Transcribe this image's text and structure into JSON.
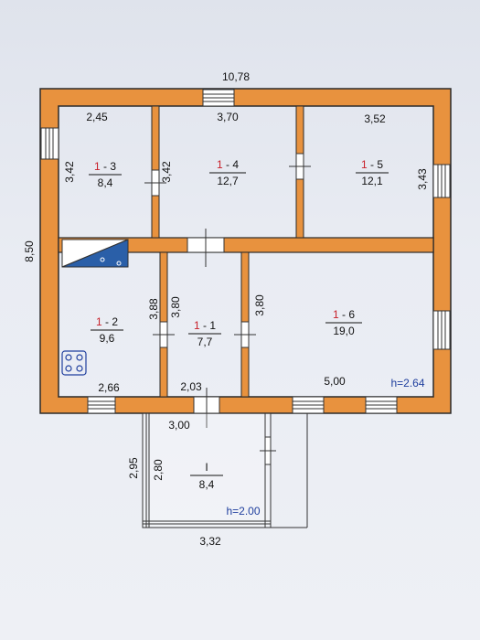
{
  "colors": {
    "wall": "#e8923e",
    "wall_stroke": "#2a2a2a",
    "room_text_red": "#c8202a",
    "height_blue": "#1f3f9e",
    "stair_blue": "#2a5fa8"
  },
  "overall": {
    "width": "10,78",
    "height": "8,50",
    "house_height": "h=2.64"
  },
  "rooms": [
    {
      "id": "1-3",
      "num_prefix": "1",
      "num_suffix": "3",
      "area": "8,4",
      "width": "2,45",
      "depth": "3,42"
    },
    {
      "id": "1-4",
      "num_prefix": "1",
      "num_suffix": "4",
      "area": "12,7",
      "width": "3,70",
      "depth": "3,42"
    },
    {
      "id": "1-5",
      "num_prefix": "1",
      "num_suffix": "5",
      "area": "12,1",
      "width": "3,52",
      "depth": "3,43"
    },
    {
      "id": "1-2",
      "num_prefix": "1",
      "num_suffix": "2",
      "area": "9,6",
      "width": "2,66",
      "depth": "3,88"
    },
    {
      "id": "1-1",
      "num_prefix": "1",
      "num_suffix": "1",
      "area": "7,7",
      "width": "2,03",
      "depth": "3,80"
    },
    {
      "id": "1-6",
      "num_prefix": "1",
      "num_suffix": "6",
      "area": "19,0",
      "width": "5,00",
      "depth": "3,80"
    }
  ],
  "veranda": {
    "label": "I",
    "area": "8,4",
    "width_top": "3,00",
    "width_bottom": "3,32",
    "depth_outer": "2,95",
    "depth_inner": "2,80",
    "height": "h=2.00"
  }
}
